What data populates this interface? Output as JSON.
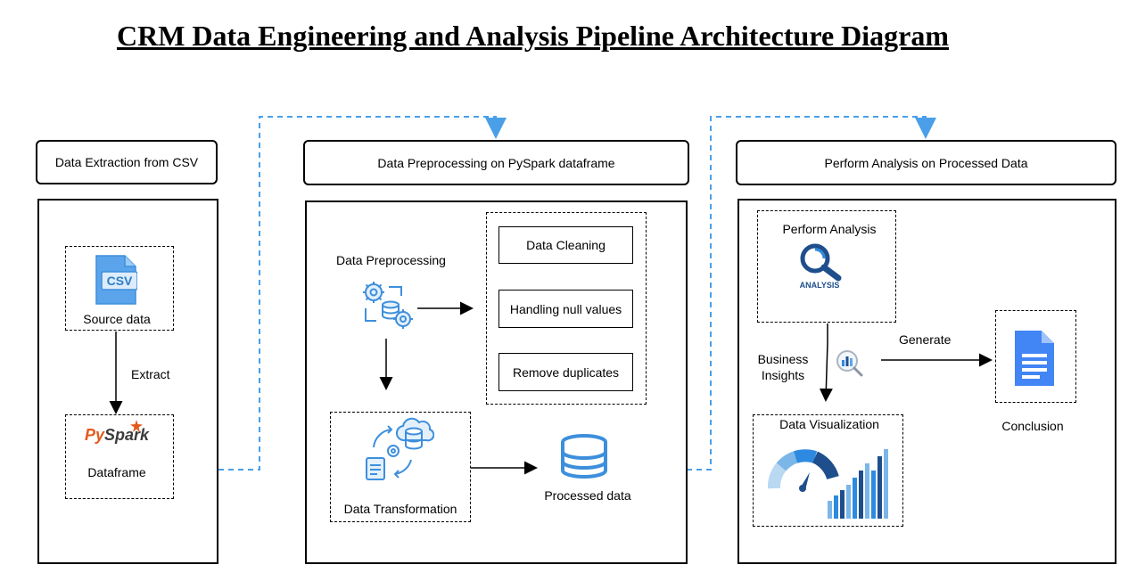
{
  "title": "CRM Data Engineering and Analysis Pipeline Architecture Diagram",
  "stages": {
    "extraction": {
      "header": "Data Extraction from CSV",
      "source_label": "Source data",
      "csv_icon_text": "CSV",
      "arrow_label": "Extract",
      "pyspark_logo_py": "Py",
      "pyspark_logo_spark": "Spark",
      "dataframe_label": "Dataframe"
    },
    "preprocessing": {
      "header": "Data Preprocessing on PySpark dataframe",
      "preprocessing_label": "Data Preprocessing",
      "steps": [
        "Data Cleaning",
        "Handling null values",
        "Remove duplicates"
      ],
      "transformation_label": "Data Transformation",
      "processed_label": "Processed data"
    },
    "analysis": {
      "header": "Perform Analysis on Processed Data",
      "perform_label": "Perform Analysis",
      "analysis_icon_text": "ANALYSIS",
      "insights_label_line1": "Business",
      "insights_label_line2": "Insights",
      "generate_label": "Generate",
      "visualization_label": "Data Visualization",
      "conclusion_label": "Conclusion"
    }
  },
  "colors": {
    "flow_dashed": "#4a9fe8",
    "icon_blue": "#3d8fdc",
    "icon_dark": "#1f4e8c",
    "pyspark_orange": "#e25a1c"
  }
}
